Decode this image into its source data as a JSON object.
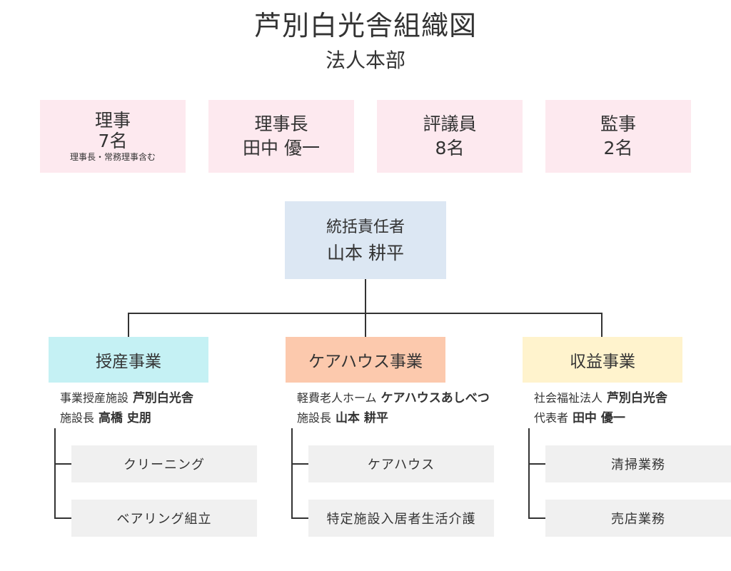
{
  "title": "芦別白光舎組織図",
  "subtitle": "法人本部",
  "board": [
    {
      "line1": "理事",
      "line2": "7名",
      "note": "理事長・常務理事含む"
    },
    {
      "line1": "理事長",
      "line2": "田中 優一"
    },
    {
      "line1": "評議員",
      "line2": "8名"
    },
    {
      "line1": "監事",
      "line2": "2名"
    }
  ],
  "head": {
    "role": "統括責任者",
    "name": "山本 耕平"
  },
  "divisions": [
    {
      "name": "授産事業",
      "color": "#c5f1f4",
      "facility_type": "事業授産施設",
      "facility_name": "芦別白光舎",
      "leader_title": "施設長",
      "leader_name": "高橋 史朋",
      "units": [
        "クリーニング",
        "ベアリング組立"
      ]
    },
    {
      "name": "ケアハウス事業",
      "color": "#fcc9ad",
      "facility_type": "軽費老人ホーム",
      "facility_name": "ケアハウスあしべつ",
      "leader_title": "施設長",
      "leader_name": "山本 耕平",
      "units": [
        "ケアハウス",
        "特定施設入居者生活介護"
      ]
    },
    {
      "name": "収益事業",
      "color": "#fff3cd",
      "facility_type": "社会福祉法人",
      "facility_name": "芦別白光舎",
      "leader_title": "代表者",
      "leader_name": "田中 優一",
      "units": [
        "清掃業務",
        "売店業務"
      ]
    }
  ]
}
